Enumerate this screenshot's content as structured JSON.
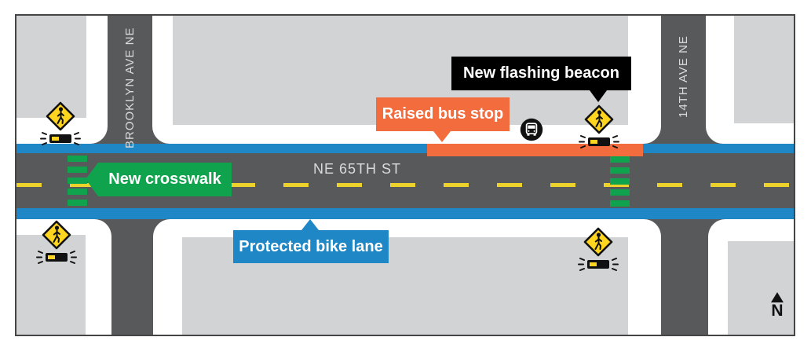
{
  "streets": {
    "horizontal": "NE 65TH ST",
    "vertical_left": "BROOKLYN AVE NE",
    "vertical_right": "14TH AVE NE"
  },
  "callouts": {
    "flashing_beacon": "New flashing beacon",
    "raised_bus_stop": "Raised bus stop",
    "new_crosswalk": "New crosswalk",
    "protected_bike_lane": "Protected bike lane"
  },
  "compass": {
    "label": "N"
  },
  "icons": {
    "pedestrian_sign": "pedestrian-crossing-flashing-beacon-sign",
    "bus": "bus-stop-icon",
    "north_arrow": "compass-north-arrow"
  },
  "colors": {
    "road": "#58595B",
    "block": "#D1D3D4",
    "sidewalk": "#FFFFFF",
    "bike-lane": "#1F87C6",
    "crosswalk-green": "#0FA34E",
    "bus-stop-orange": "#F26C3E",
    "centerline-yellow": "#EDD22C",
    "sign-yellow": "#FFD520",
    "label-black": "#000000"
  }
}
